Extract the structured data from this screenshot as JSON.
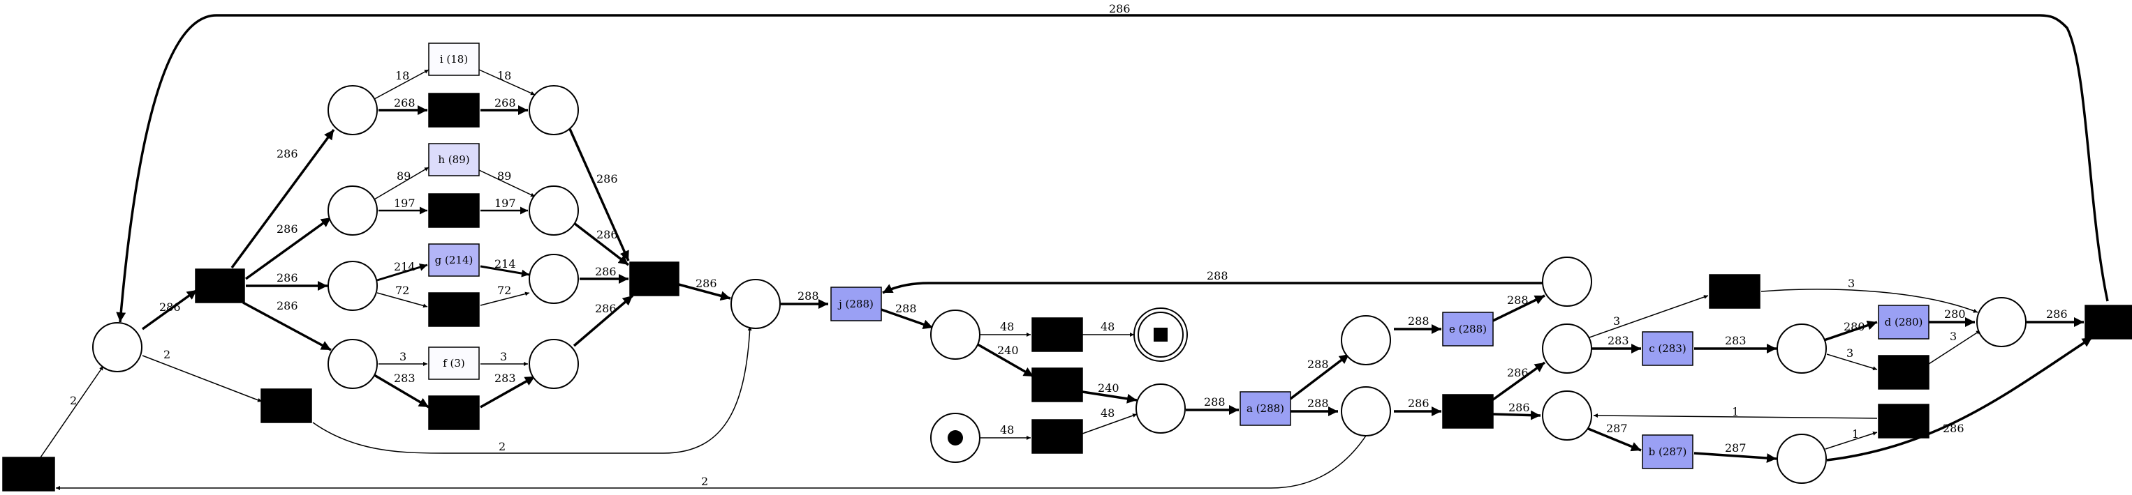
{
  "diagram": {
    "type": "petri-net",
    "colors": {
      "freq_high": "#9aa0f4",
      "freq_mid": "#b3b5f7",
      "freq_low": "#dcdcfb",
      "freq_min": "#fbfbff",
      "silent": "#000000",
      "place": "#ffffff"
    },
    "places": [
      {
        "id": "p_start_loop"
      },
      {
        "id": "p_i_in"
      },
      {
        "id": "p_h_in"
      },
      {
        "id": "p_g_in"
      },
      {
        "id": "p_f_in"
      },
      {
        "id": "p_i_out"
      },
      {
        "id": "p_h_out"
      },
      {
        "id": "p_g_out"
      },
      {
        "id": "p_f_out"
      },
      {
        "id": "p_after_par"
      },
      {
        "id": "p_after_j"
      },
      {
        "id": "p_end",
        "marking": "final"
      },
      {
        "id": "p_source",
        "marking": "token"
      },
      {
        "id": "p_before_a"
      },
      {
        "id": "p_e_in"
      },
      {
        "id": "p_after_a"
      },
      {
        "id": "p_loop_back"
      },
      {
        "id": "p_c_in"
      },
      {
        "id": "p_b_in"
      },
      {
        "id": "p_d_in"
      },
      {
        "id": "p_b_out"
      },
      {
        "id": "p_join"
      }
    ],
    "transitions": [
      {
        "id": "t_i",
        "label": "i (18)",
        "color": "#fbfbff"
      },
      {
        "id": "t_h",
        "label": "h (89)",
        "color": "#dcdcfb"
      },
      {
        "id": "t_g",
        "label": "g (214)",
        "color": "#b3b5f7"
      },
      {
        "id": "t_f",
        "label": "f (3)",
        "color": "#fbfbff"
      },
      {
        "id": "t_j",
        "label": "j (288)",
        "color": "#9aa0f4"
      },
      {
        "id": "t_a",
        "label": "a (288)",
        "color": "#9aa0f4"
      },
      {
        "id": "t_e",
        "label": "e (288)",
        "color": "#9aa0f4"
      },
      {
        "id": "t_c",
        "label": "c (283)",
        "color": "#9aa0f4"
      },
      {
        "id": "t_d",
        "label": "d (280)",
        "color": "#9aa0f4"
      },
      {
        "id": "t_b",
        "label": "b (287)",
        "color": "#9aa0f4"
      }
    ],
    "arc_labels": {
      "top_loop": "286",
      "split_in": "286",
      "start_in": "2",
      "loop_skip_in": "2",
      "loop_skip_out": "2",
      "back_to_start": "2",
      "split_i": "286",
      "split_h": "286",
      "split_g": "286",
      "split_f": "286",
      "i_in": "18",
      "i_out": "18",
      "i_skip_in": "268",
      "i_skip_out": "268",
      "h_in": "89",
      "h_out": "89",
      "h_skip_in": "197",
      "h_skip_out": "197",
      "g_in": "214",
      "g_out": "214",
      "g_skip_in": "72",
      "g_skip_out": "72",
      "f_in": "3",
      "f_out": "3",
      "f_skip_in": "283",
      "f_skip_out": "283",
      "join_i": "286",
      "join_h": "286",
      "join_g": "286",
      "join_f": "286",
      "join_out": "286",
      "j_in": "288",
      "j_out": "288",
      "loop_to_j": "288",
      "end_in": "48",
      "end_out": "48",
      "cont_in": "240",
      "cont_out": "240",
      "source_in": "48",
      "source_out": "48",
      "a_in": "288",
      "a_to_e": "288",
      "e_out": "288",
      "a_out": "288",
      "par2_in": "286",
      "par2_c": "286",
      "par2_b": "286",
      "c_in": "283",
      "c_out": "283",
      "c_skip_in": "3",
      "c_skip_out": "3",
      "d_in": "280",
      "d_out": "280",
      "d_skip_in": "3",
      "d_skip_out": "3",
      "b_in": "287",
      "b_out": "287",
      "b_loop_in": "1",
      "b_loop_out": "1",
      "b_to_join": "286",
      "join2_out": "286"
    }
  }
}
